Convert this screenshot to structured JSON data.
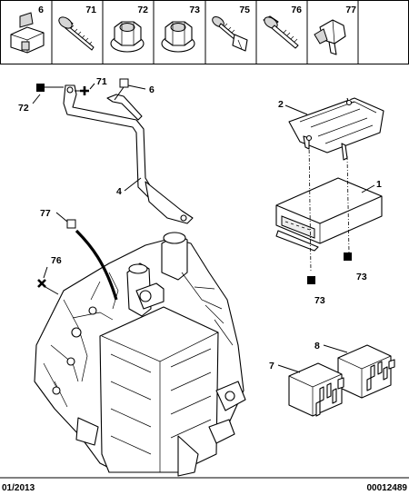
{
  "header_strip": {
    "items": [
      {
        "ref": "6",
        "icon": "plastic-clip-icon"
      },
      {
        "ref": "71",
        "icon": "screw-icon"
      },
      {
        "ref": "72",
        "icon": "flange-nut-icon"
      },
      {
        "ref": "73",
        "icon": "flange-nut-icon"
      },
      {
        "ref": "75",
        "icon": "screw-with-clip-icon"
      },
      {
        "ref": "76",
        "icon": "flange-screw-icon"
      },
      {
        "ref": "77",
        "icon": "cable-clip-icon"
      }
    ]
  },
  "callouts": {
    "c72": "72",
    "c71": "71",
    "c6": "6",
    "c4": "4",
    "c77": "77",
    "c76": "76",
    "c2": "2",
    "c1": "1",
    "c73a": "73",
    "c73b": "73",
    "c8": "8",
    "c7": "7"
  },
  "footer": {
    "date": "01/2013",
    "ref": "00012489"
  }
}
